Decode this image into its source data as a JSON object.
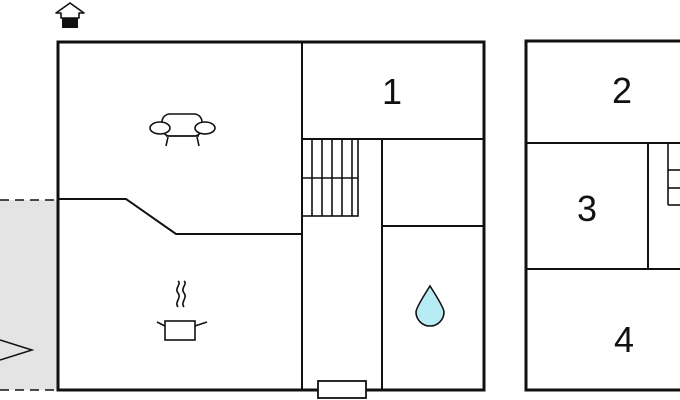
{
  "rooms": {
    "bedroom_1": {
      "number": "1"
    },
    "bedroom_2": {
      "number": "2"
    },
    "bedroom_3": {
      "number": "3"
    },
    "bedroom_4": {
      "number": "4"
    }
  },
  "icons": {
    "entrance": "house-icon",
    "living_room": "sofa-icon",
    "kitchen": "cooking-pot-icon",
    "bathroom": "water-drop-icon",
    "stairs": "stairs-icon",
    "terrace_arrow": "arrow-icon"
  },
  "colors": {
    "wall": "#111111",
    "terrace_fill": "#e4e4e4",
    "water_drop": "#b8ecf4"
  }
}
